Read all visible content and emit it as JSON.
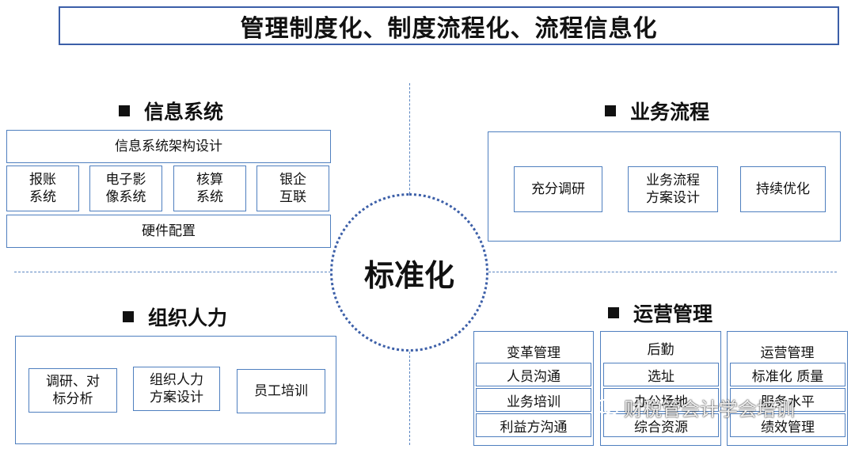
{
  "title": "管理制度化、制度流程化、流程信息化",
  "center": "标准化",
  "quadrants": {
    "info": {
      "heading": "信息系统",
      "top": "信息系统架构设计",
      "items": [
        "报账\n系统",
        "电子影\n像系统",
        "核算\n系统",
        "银企\n互联"
      ],
      "bottom": "硬件配置"
    },
    "business": {
      "heading": "业务流程",
      "items": [
        "充分调研",
        "业务流程\n方案设计",
        "持续优化"
      ]
    },
    "org": {
      "heading": "组织人力",
      "items": [
        "调研、对\n标分析",
        "组织人力\n方案设计",
        "员工培训"
      ]
    },
    "ops": {
      "heading": "运营管理",
      "columns": [
        {
          "head": "变革管理",
          "items": [
            "人员沟通",
            "业务培训",
            "利益方沟通"
          ]
        },
        {
          "head": "后勤",
          "items": [
            "选址",
            "办公场地",
            "综合资源"
          ]
        },
        {
          "head": "运营管理",
          "items": [
            "标准化  质量",
            "服务水平",
            "绩效管理"
          ]
        }
      ]
    }
  },
  "watermark": "财税管会计学会培训",
  "colors": {
    "border": "#4f7fbf",
    "title_border": "#3c5fa8",
    "dashed": "#5b86c2"
  }
}
